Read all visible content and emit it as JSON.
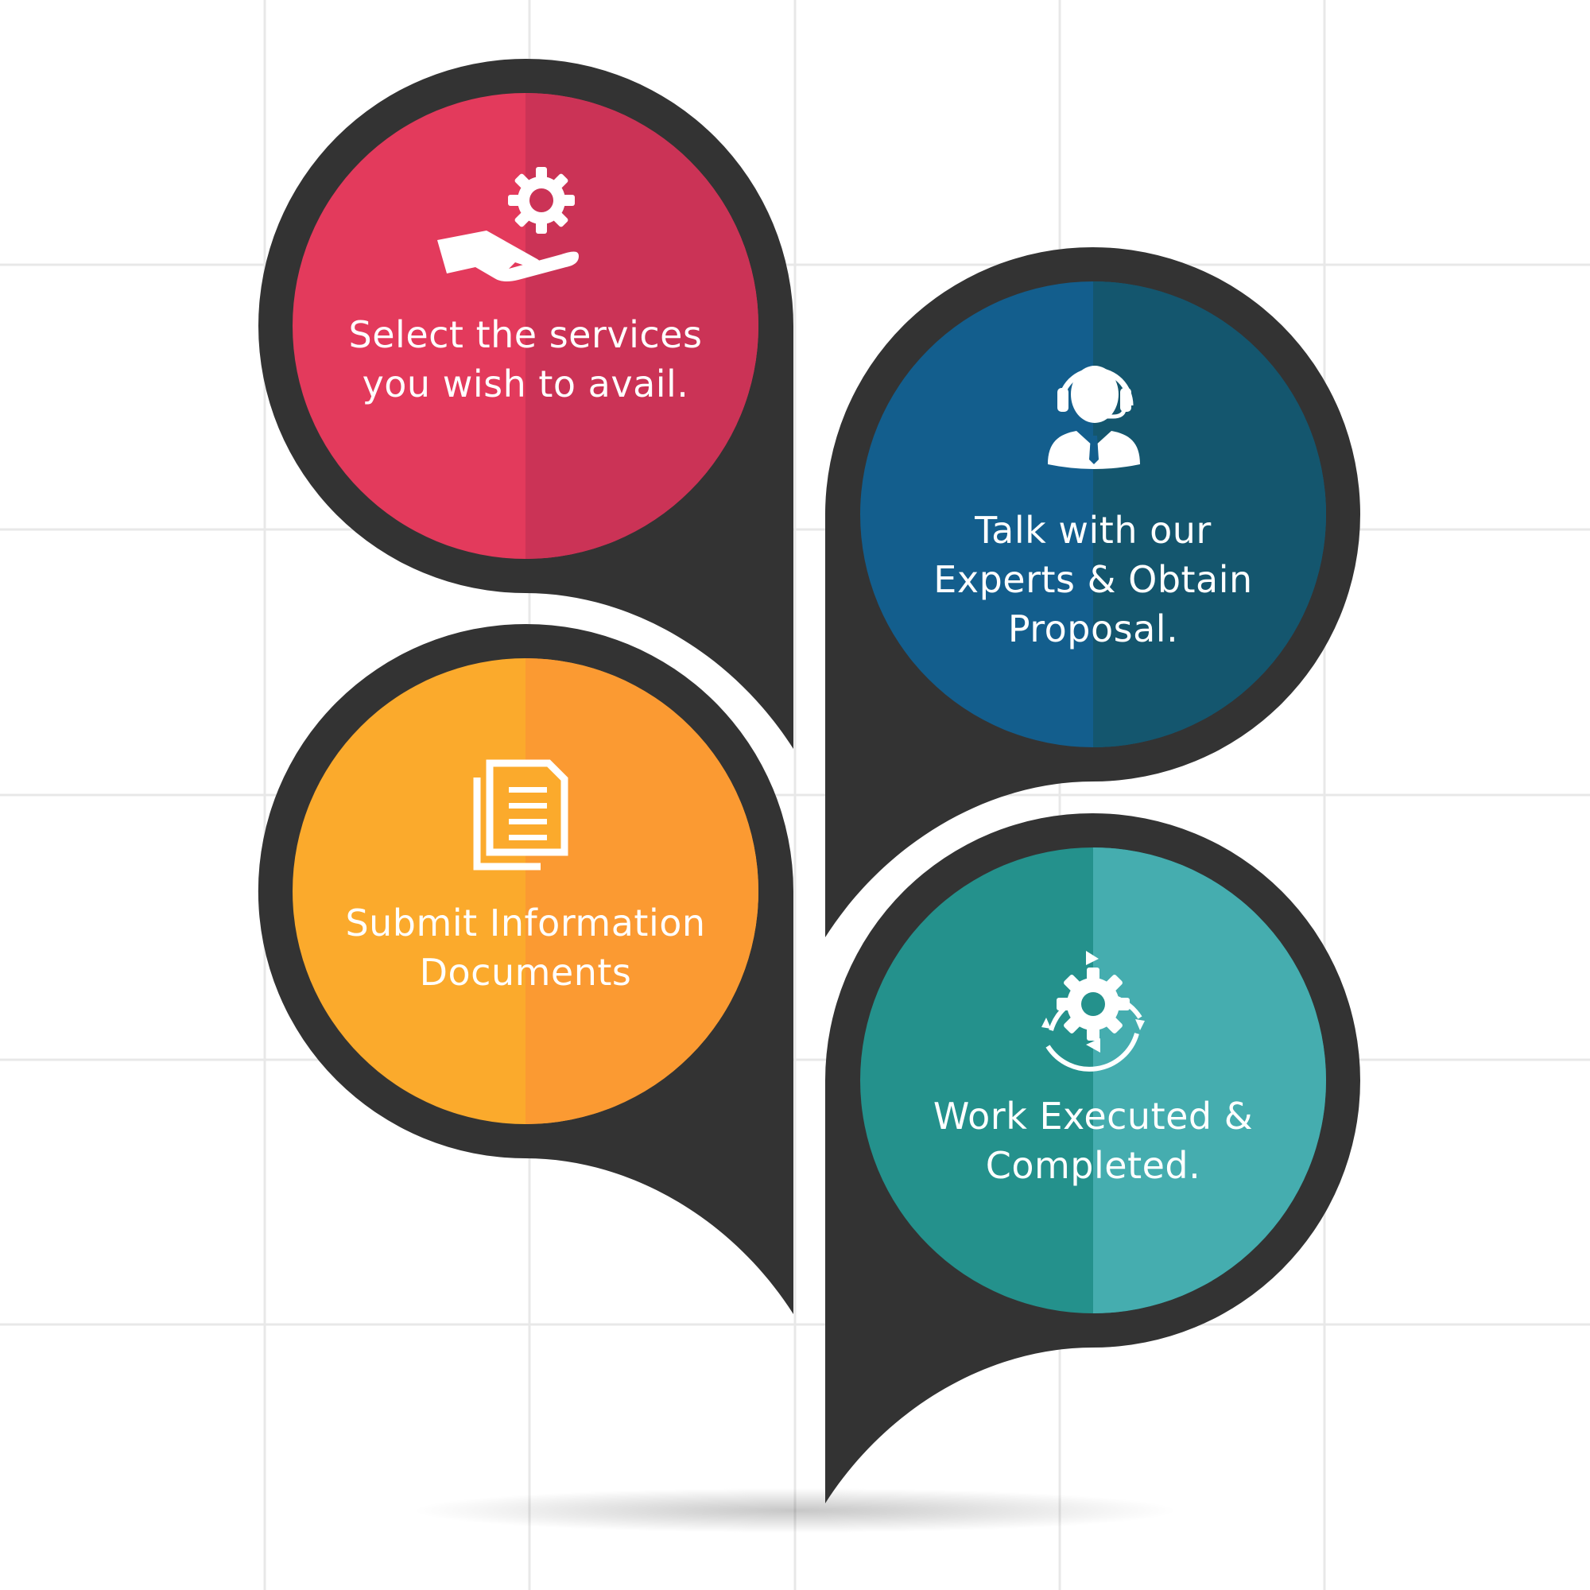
{
  "steps": [
    {
      "id": "select-services",
      "lines": [
        "Select the services",
        "you wish to avail."
      ],
      "icon": "hand-gear-icon",
      "color_left": "#E33A5C",
      "color_right": "#CB3356"
    },
    {
      "id": "talk-experts",
      "lines": [
        "Talk with our",
        "Experts & Obtain",
        "Proposal."
      ],
      "icon": "support-agent-icon",
      "color_left": "#135E8D",
      "color_right": "#14566E"
    },
    {
      "id": "submit-documents",
      "lines": [
        "Submit Information",
        "Documents"
      ],
      "icon": "documents-icon",
      "color_left": "#FBAA2C",
      "color_right": "#FB9A32"
    },
    {
      "id": "work-completed",
      "lines": [
        "Work Executed &",
        "Completed."
      ],
      "icon": "gear-cycle-icon",
      "color_left": "#24918C",
      "color_right": "#45ADAF"
    }
  ],
  "colors": {
    "frame": "#333333",
    "grid": "#E8E8E8",
    "background": "#FFFFFF"
  }
}
